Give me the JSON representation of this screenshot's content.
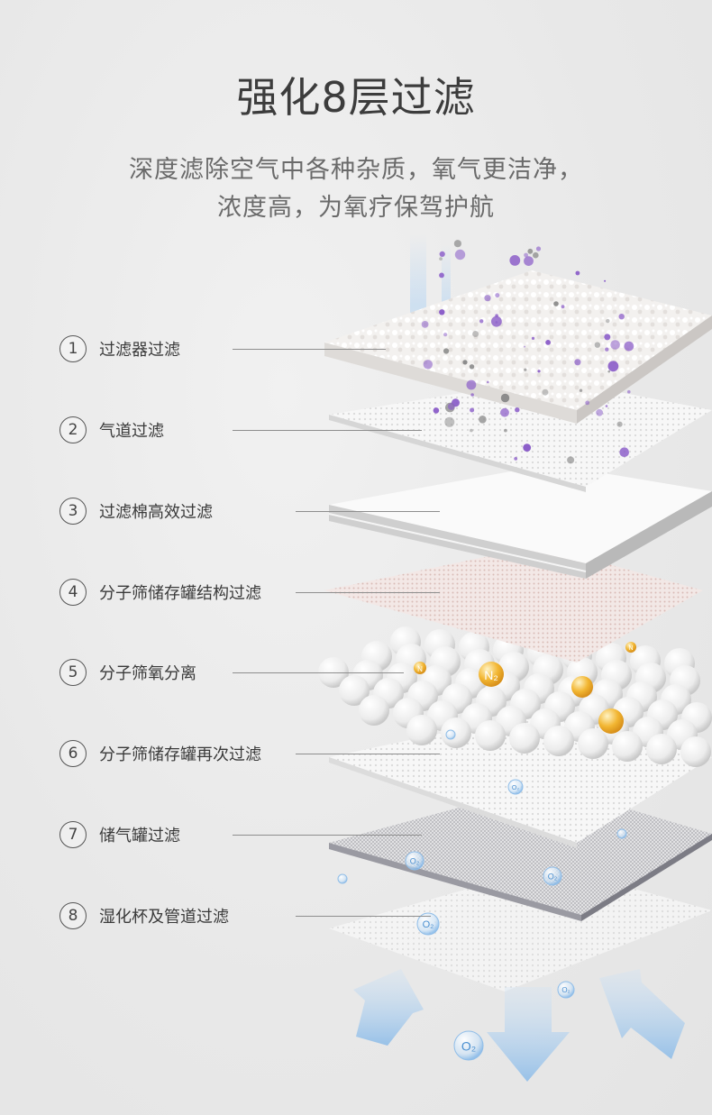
{
  "header": {
    "title": "强化8层过滤",
    "subtitle_line1": "深度滤除空气中各种杂质，氧气更洁净，",
    "subtitle_line2": "浓度高，为氧疗保驾护航"
  },
  "layers": [
    {
      "num": "1",
      "label": "过滤器过滤"
    },
    {
      "num": "2",
      "label": "气道过滤"
    },
    {
      "num": "3",
      "label": "过滤棉高效过滤"
    },
    {
      "num": "4",
      "label": "分子筛储存罐结构过滤"
    },
    {
      "num": "5",
      "label": "分子筛氧分离"
    },
    {
      "num": "6",
      "label": "分子筛储存罐再次过滤"
    },
    {
      "num": "7",
      "label": "储气罐过滤"
    },
    {
      "num": "8",
      "label": "湿化杯及管道过滤"
    }
  ],
  "molecule_labels": {
    "n2_small_a": "N",
    "n2_big": "N₂",
    "n2_small_b": "N",
    "o2": "O₂"
  },
  "colors": {
    "background": "#ebebeb",
    "title": "#3c3c3c",
    "subtitle": "#6a6a6a",
    "impurity": "#8a5cc8",
    "nitrogen": "#f2b632",
    "oxygen": "#7fb6ea",
    "arrow": "#a9cdee"
  }
}
